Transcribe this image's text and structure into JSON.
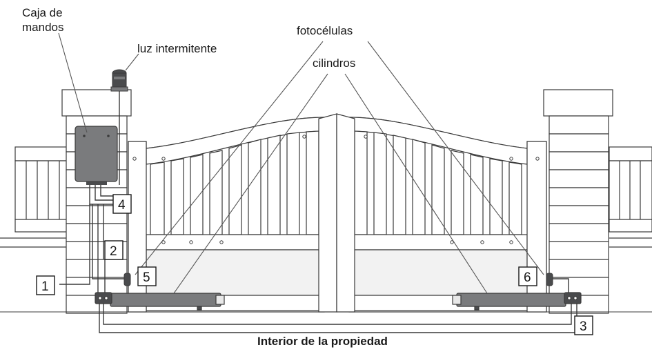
{
  "labels": {
    "control_box_line1": "Caja de",
    "control_box_line2": "mandos",
    "flashing_light": "luz intermitente",
    "photocells": "fotocélulas",
    "cylinders": "cilindros",
    "property_interior": "Interior de la propiedad"
  },
  "callouts": [
    "1",
    "2",
    "3",
    "4",
    "5",
    "6"
  ],
  "colors": {
    "line": "#3a3a3a",
    "device_dark": "#7a7b7d",
    "device_darker": "#4a4b4d",
    "panel_light": "#f2f2f2",
    "post_fill": "#ffffff"
  }
}
